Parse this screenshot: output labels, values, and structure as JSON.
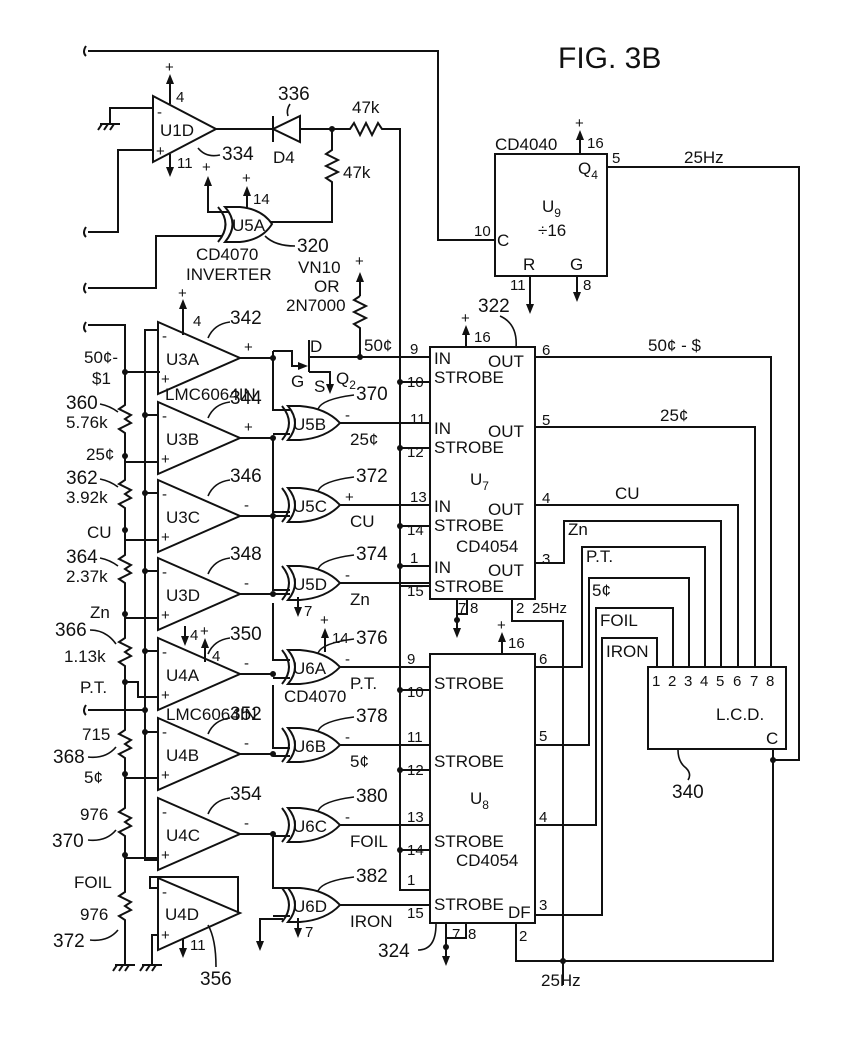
{
  "figure": {
    "title": "FIG. 3B",
    "foreground_color": "#111111",
    "background_color": "#ffffff"
  },
  "u1d": {
    "name": "U1D",
    "ref": "334",
    "pin_top": "4",
    "pin_bottom": "11",
    "plus": "+",
    "minus": "-"
  },
  "d4": {
    "name": "D4",
    "ref": "336"
  },
  "resistors_top": {
    "r1": "47k",
    "r2": "47k"
  },
  "u5a": {
    "name": "U5A",
    "ref": "320",
    "pin_top": "14",
    "part": "CD4070",
    "role": "INVERTER"
  },
  "q2": {
    "part1": "VN10",
    "part_or": "OR",
    "part2": "2N7000",
    "name": "Q",
    "sub": "2",
    "drain": "D",
    "gate": "G",
    "source": "S",
    "net": "50¢"
  },
  "u9": {
    "part": "CD4040",
    "name": "U",
    "sub": "9",
    "divide": "÷16",
    "pin_vdd": "16",
    "pin_c": "10",
    "c": "C",
    "r": "R",
    "g": "G",
    "pin_r": "11",
    "pin_g": "8",
    "pin_q4": "5",
    "q": "Q",
    "q_sub": "4",
    "out_freq": "25Hz"
  },
  "opamps": [
    {
      "name": "U3A",
      "ref": "342",
      "out_sign": "+",
      "supply": "4"
    },
    {
      "name": "U3B",
      "ref": "344",
      "out_sign": "+"
    },
    {
      "name": "U3C",
      "ref": "346",
      "out_sign": "-"
    },
    {
      "name": "U3D",
      "ref": "348",
      "out_sign": "-",
      "supply": "4"
    },
    {
      "name": "U4A",
      "ref": "350",
      "out_sign": "-",
      "supply": "4"
    },
    {
      "name": "U4B",
      "ref": "352",
      "out_sign": "-"
    },
    {
      "name": "U4C",
      "ref": "354",
      "out_sign": "-"
    },
    {
      "name": "U4D",
      "ref": "356",
      "supply": "11"
    }
  ],
  "opamp_part_1": "LMC6064IN",
  "opamp_part_2": "LMC6064IN",
  "ladder": [
    {
      "net": "50¢-",
      "net2": "$1"
    },
    {
      "ref": "360",
      "value": "5.76k",
      "net": "25¢"
    },
    {
      "ref": "362",
      "value": "3.92k",
      "net": "CU"
    },
    {
      "ref": "364",
      "value": "2.37k",
      "net": "Zn"
    },
    {
      "ref": "366",
      "value": "1.13k",
      "net": "P.T."
    },
    {
      "ref": "368",
      "value": "715",
      "net": "5¢"
    },
    {
      "ref": "370",
      "value": "976",
      "net": "FOIL"
    },
    {
      "ref": "372",
      "value": "976"
    }
  ],
  "xor_gates": [
    {
      "name": "U5B",
      "ref": "370",
      "sign": "-",
      "net": "25¢"
    },
    {
      "name": "U5C",
      "ref": "372",
      "sign": "+",
      "net": "CU"
    },
    {
      "name": "U5D",
      "ref": "374",
      "sign": "-",
      "net": "Zn",
      "gnd_pin": "7"
    },
    {
      "name": "U6A",
      "ref": "376",
      "sign": "-",
      "net": "P.T.",
      "vdd_pin": "14",
      "part": "CD4070"
    },
    {
      "name": "U6B",
      "ref": "378",
      "sign": "-",
      "net": "5¢"
    },
    {
      "name": "U6C",
      "ref": "380",
      "sign": "-",
      "net": "FOIL"
    },
    {
      "name": "U6D",
      "ref": "382",
      "net": "IRON",
      "gnd_pin": "7"
    }
  ],
  "u7": {
    "name": "U",
    "sub": "7",
    "part": "CD4054",
    "ref": "322",
    "pin_vdd": "16",
    "in_label": "IN",
    "out_label": "OUT",
    "strobe_label": "STROBE",
    "channels": [
      {
        "in_pin": "9",
        "strobe_pin": "10",
        "out_pin": "6"
      },
      {
        "in_pin": "11",
        "strobe_pin": "12",
        "out_pin": "5"
      },
      {
        "in_pin": "13",
        "strobe_pin": "14",
        "out_pin": "4"
      },
      {
        "in_pin": "1",
        "strobe_pin": "15",
        "out_pin": "3"
      }
    ],
    "pin7": "7",
    "pin8": "8",
    "pin2": "2",
    "df_freq": "25Hz"
  },
  "u8": {
    "name": "U",
    "sub": "8",
    "part": "CD4054",
    "ref": "324",
    "pin_vdd": "16",
    "strobe_label": "STROBE",
    "df_label": "DF",
    "channels": [
      {
        "in_pin": "9",
        "strobe_pin": "10",
        "out_pin": "6"
      },
      {
        "in_pin": "11",
        "strobe_pin": "12",
        "out_pin": "5"
      },
      {
        "in_pin": "13",
        "strobe_pin": "14",
        "out_pin": "4"
      },
      {
        "in_pin": "1",
        "strobe_pin": "15",
        "out_pin": "3"
      }
    ],
    "pin7": "7",
    "pin8": "8",
    "pin2": "2",
    "bottom_freq": "25Hz"
  },
  "output_nets": [
    "50¢ - $",
    "25¢",
    "CU",
    "Zn",
    "P.T.",
    "5¢",
    "FOIL",
    "IRON"
  ],
  "lcd": {
    "name": "L.C.D.",
    "ref": "340",
    "pins": [
      "1",
      "2",
      "3",
      "4",
      "5",
      "6",
      "7",
      "8"
    ],
    "common": "C"
  },
  "supply": {
    "plus": "+",
    "minus": "-"
  }
}
